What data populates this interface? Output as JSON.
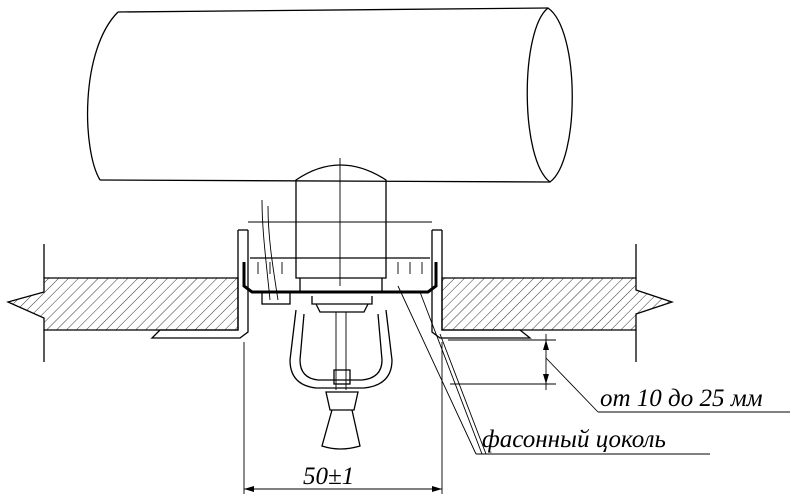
{
  "labels": {
    "clearance": "от 10 до 25 мм",
    "base": "фасонный цоколь",
    "diameter": "50±1"
  },
  "colors": {
    "line": "#000000",
    "background": "#ffffff"
  }
}
